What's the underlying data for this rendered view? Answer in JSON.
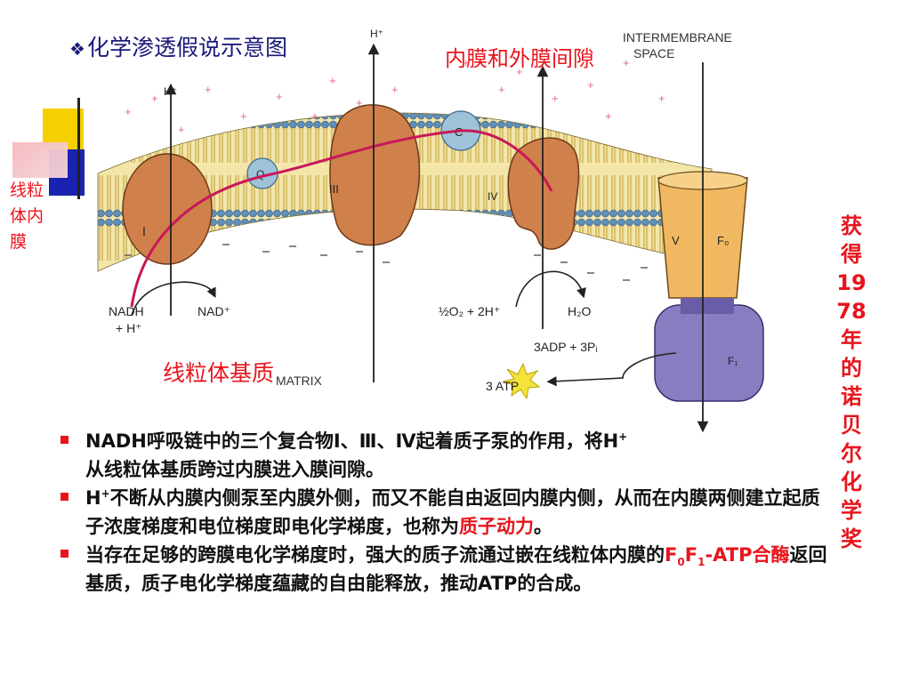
{
  "title": {
    "marker": "❖",
    "text": "化学渗透假说示意图"
  },
  "labels": {
    "intermembrane_cn": "内膜和外膜间隙",
    "inner_membrane_cn": "线粒体内膜",
    "matrix_cn": "线粒体基质",
    "award_cn_part1": "获得",
    "award_cn_year1": "19",
    "award_cn_year2": "78",
    "award_cn_part2": "年的诺贝尔化学奖"
  },
  "diagram": {
    "intermembrane_en_1": "INTERMEMBRANE",
    "intermembrane_en_2": "SPACE",
    "matrix_en": "MATRIX",
    "h_plus": "H⁺",
    "complex_1": "I",
    "complex_3": "III",
    "complex_4": "IV",
    "carrier_q": "Q",
    "carrier_c": "C",
    "atp_synthase_v": "V",
    "f0": "F₀",
    "f1": "F₁",
    "nadh": "NADH",
    "nadh_h": "+ H⁺",
    "nad": "NAD⁺",
    "o2": "½O₂ + 2H⁺",
    "h2o": "H₂O",
    "adp": "3ADP + 3Pᵢ",
    "atp": "3  ATP"
  },
  "bullets": {
    "b1_a": "NADH呼吸链中的三个复合物Ⅰ、Ⅲ、Ⅳ起着质子泵的作用，将H",
    "b1_sup": "+",
    "b1_b": "从线粒体基质跨过内膜进入膜间隙。",
    "b2_a": "H",
    "b2_sup": "+",
    "b2_b": "不断从内膜内侧泵至内膜外侧，而又不能自由返回内膜内侧，从而在内膜两侧建立起质子浓度梯度和电位梯度即电化学梯度，也称为",
    "b2_hl": "质子动力",
    "b2_c": "。",
    "b3_a": "当存在足够的跨膜电化学梯度时，强大的质子流通过嵌在线粒体内膜的",
    "b3_hl_f": "F",
    "b3_hl_0": "0",
    "b3_hl_f2": "F",
    "b3_hl_1": "1",
    "b3_hl_rest": "-ATP合酶",
    "b3_b": "返回基质，质子电化学梯度蕴藏的自由能释放，推动ATP的合成。"
  }
}
